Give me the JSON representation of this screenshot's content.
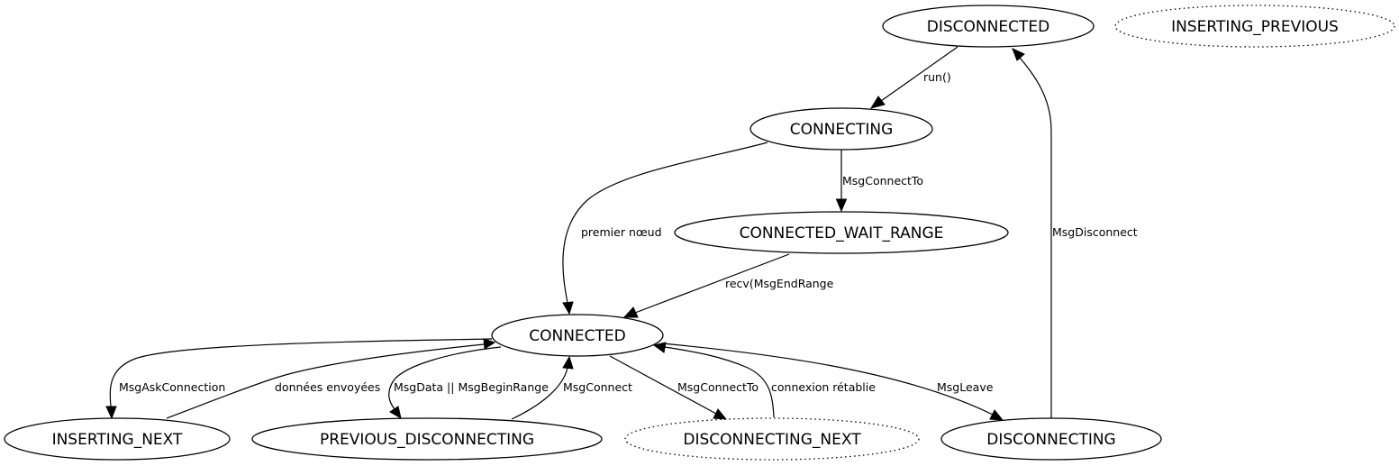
{
  "nodes": {
    "disconnected": "DISCONNECTED",
    "inserting_previous": "INSERTING_PREVIOUS",
    "connecting": "CONNECTING",
    "connected_wait_range": "CONNECTED_WAIT_RANGE",
    "connected": "CONNECTED",
    "inserting_next": "INSERTING_NEXT",
    "previous_disconnecting": "PREVIOUS_DISCONNECTING",
    "disconnecting_next": "DISCONNECTING_NEXT",
    "disconnecting": "DISCONNECTING"
  },
  "node_styles": {
    "inserting_previous": "dotted",
    "disconnecting_next": "dotted"
  },
  "edges": {
    "run": "run()",
    "msgconnectto_1": "MsgConnectTo",
    "premier_noeud": "premier nœud",
    "recv_msgendrange": "recv(MsgEndRange",
    "msgdisconnect": "MsgDisconnect",
    "msgaskconnection": "MsgAskConnection",
    "donnees_envoyees": "données envoyées",
    "msgdata_msgbeginrange": "MsgData || MsgBeginRange",
    "msgconnect": "MsgConnect",
    "msgconnectto_2": "MsgConnectTo",
    "connexion_retablie": "connexion rétablie",
    "msgleave": "MsgLeave"
  }
}
